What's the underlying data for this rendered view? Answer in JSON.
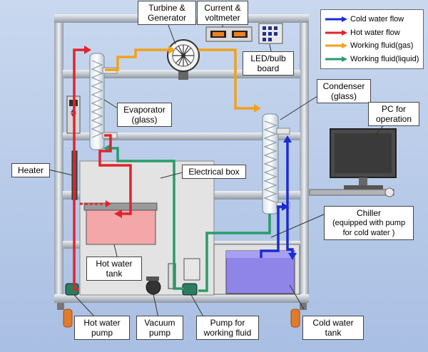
{
  "legend": {
    "items": [
      {
        "label": "Cold water flow",
        "color": "#1a2bd6"
      },
      {
        "label": "Hot water flow",
        "color": "#e0242b"
      },
      {
        "label": "Working fluid(gas)",
        "color": "#f0a11c"
      },
      {
        "label": "Working fluid(liquid)",
        "color": "#2a9b6a"
      }
    ]
  },
  "labels": {
    "turbine": [
      "Turbine &",
      "Generator"
    ],
    "meter": [
      "Current &",
      "voltmeter"
    ],
    "led": [
      "LED/bulb",
      "board"
    ],
    "evaporator": [
      "Evaporator",
      "(glass)"
    ],
    "condenser": [
      "Condenser",
      "(glass)"
    ],
    "pc": [
      "PC for",
      "operation"
    ],
    "heater": [
      "Heater"
    ],
    "electrical_box": [
      "Electrical box"
    ],
    "chiller": [
      "Chiller",
      "(equipped with pump",
      "for cold water )"
    ],
    "hot_tank": [
      "Hot water",
      "tank"
    ],
    "hot_pump": [
      "Hot water",
      "pump"
    ],
    "vacuum_pump": [
      "Vacuum",
      "pump"
    ],
    "fluid_pump": [
      "Pump for",
      "working fluid"
    ],
    "cold_tank": [
      "Cold water",
      "tank"
    ]
  }
}
